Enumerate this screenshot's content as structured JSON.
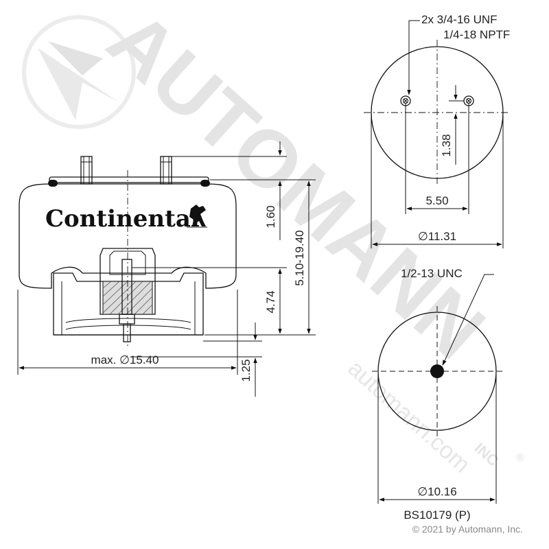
{
  "watermark": {
    "brand": "AUTOMANN",
    "suffix": "INC",
    "registered": "®",
    "url": "automann.com"
  },
  "side_view": {
    "brand_label": "Continental",
    "dim_top_height": "1.60",
    "dim_overall_height": "5.10-19.40",
    "dim_piston_height": "4.74",
    "dim_stud_length": "1.25",
    "dim_max_diameter": "max. ∅15.40"
  },
  "top_plate": {
    "callout_line1": "2x 3/4-16 UNF",
    "callout_line2": "1/4-18 NPTF",
    "dim_offset": "1.38",
    "dim_spacing": "5.50",
    "dim_diameter": "∅11.31"
  },
  "bottom_plate": {
    "callout": "1/2-13 UNC",
    "dim_diameter": "∅10.16"
  },
  "part_number": "BS10179 (P)",
  "copyright": "© 2021 by Automann, Inc."
}
